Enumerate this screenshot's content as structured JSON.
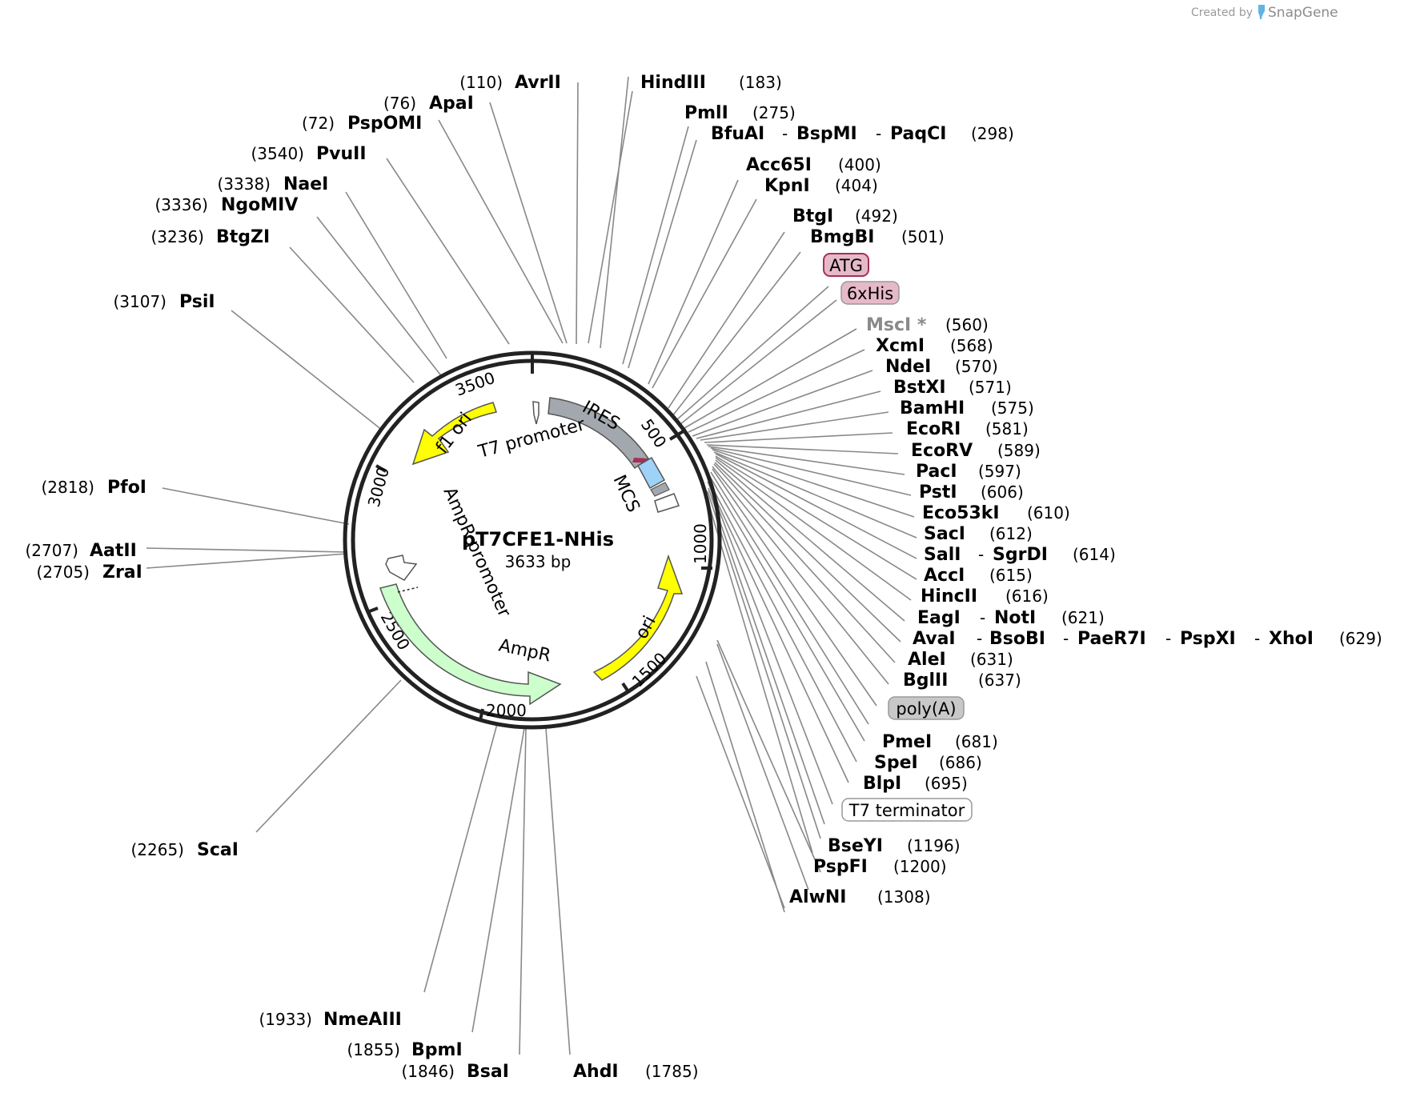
{
  "credit": {
    "prefix": "Created by",
    "brand": "SnapGene"
  },
  "plasmid": {
    "name": "pT7CFE1-NHis",
    "length_label": "3633 bp",
    "length": 3633
  },
  "ticks": [
    "500",
    "1000",
    "1500",
    "2000",
    "2500",
    "3000",
    "3500"
  ],
  "features": {
    "f1_ori": "f1 ori",
    "t7_promoter": "T7 promoter",
    "ires": "IRES",
    "mcs": "MCS",
    "ampr_promoter": "AmpR promoter",
    "ampr": "AmpR",
    "ori": "ori"
  },
  "tags": {
    "atg": "ATG",
    "his": "6xHis",
    "polya": "poly(A)",
    "t7term": "T7 terminator"
  },
  "colors": {
    "f1_ori": "#ffff00",
    "ori": "#ffff00",
    "ires": "#a3a8ae",
    "mcs": "#9fd2f7",
    "ampr": "#ccffcc",
    "atg_fill": "#e6b9c9",
    "atg_stroke": "#a3305a",
    "his_fill": "#e6b9c9",
    "polya_fill": "#c8c8c8"
  },
  "sites_left": [
    {
      "name": "AvrII",
      "pos": "(110)"
    },
    {
      "name": "ApaI",
      "pos": "(76)"
    },
    {
      "name": "PspOMI",
      "pos": "(72)"
    },
    {
      "name": "PvuII",
      "pos": "(3540)"
    },
    {
      "name": "NaeI",
      "pos": "(3338)"
    },
    {
      "name": "NgoMIV",
      "pos": "(3336)"
    },
    {
      "name": "BtgZI",
      "pos": "(3236)"
    },
    {
      "name": "PsiI",
      "pos": "(3107)"
    },
    {
      "name": "PfoI",
      "pos": "(2818)"
    },
    {
      "name": "AatII",
      "pos": "(2707)"
    },
    {
      "name": "ZraI",
      "pos": "(2705)"
    },
    {
      "name": "ScaI",
      "pos": "(2265)"
    },
    {
      "name": "NmeAIII",
      "pos": "(1933)"
    },
    {
      "name": "BpmI",
      "pos": "(1855)"
    },
    {
      "name": "BsaI",
      "pos": "(1846)"
    }
  ],
  "sites_right": [
    {
      "name": "HindIII",
      "pos": "(183)"
    },
    {
      "name": "PmlI",
      "pos": "(275)"
    },
    {
      "name": "BfuAI",
      "pos": ""
    },
    {
      "name": "BspMI",
      "pos": ""
    },
    {
      "name": "PaqCI",
      "pos": "(298)"
    },
    {
      "name": "Acc65I",
      "pos": "(400)"
    },
    {
      "name": "KpnI",
      "pos": "(404)"
    },
    {
      "name": "BtgI",
      "pos": "(492)"
    },
    {
      "name": "BmgBI",
      "pos": "(501)"
    },
    {
      "name": "MscI *",
      "pos": "(560)"
    },
    {
      "name": "XcmI",
      "pos": "(568)"
    },
    {
      "name": "NdeI",
      "pos": "(570)"
    },
    {
      "name": "BstXI",
      "pos": "(571)"
    },
    {
      "name": "BamHI",
      "pos": "(575)"
    },
    {
      "name": "EcoRI",
      "pos": "(581)"
    },
    {
      "name": "EcoRV",
      "pos": "(589)"
    },
    {
      "name": "PacI",
      "pos": "(597)"
    },
    {
      "name": "PstI",
      "pos": "(606)"
    },
    {
      "name": "Eco53kI",
      "pos": "(610)"
    },
    {
      "name": "SacI",
      "pos": "(612)"
    },
    {
      "name": "SalI",
      "pos": ""
    },
    {
      "name": "SgrDI",
      "pos": "(614)"
    },
    {
      "name": "AccI",
      "pos": "(615)"
    },
    {
      "name": "HincII",
      "pos": "(616)"
    },
    {
      "name": "EagI",
      "pos": ""
    },
    {
      "name": "NotI",
      "pos": "(621)"
    },
    {
      "name": "AvaI",
      "pos": ""
    },
    {
      "name": "BsoBI",
      "pos": ""
    },
    {
      "name": "PaeR7I",
      "pos": ""
    },
    {
      "name": "PspXI",
      "pos": ""
    },
    {
      "name": "XhoI",
      "pos": "(629)"
    },
    {
      "name": "AleI",
      "pos": "(631)"
    },
    {
      "name": "BglII",
      "pos": "(637)"
    },
    {
      "name": "PmeI",
      "pos": "(681)"
    },
    {
      "name": "SpeI",
      "pos": "(686)"
    },
    {
      "name": "BlpI",
      "pos": "(695)"
    },
    {
      "name": "BseYI",
      "pos": "(1196)"
    },
    {
      "name": "PspFI",
      "pos": "(1200)"
    },
    {
      "name": "AlwNI",
      "pos": "(1308)"
    },
    {
      "name": "AhdI",
      "pos": "(1785)"
    }
  ],
  "dash": "-"
}
